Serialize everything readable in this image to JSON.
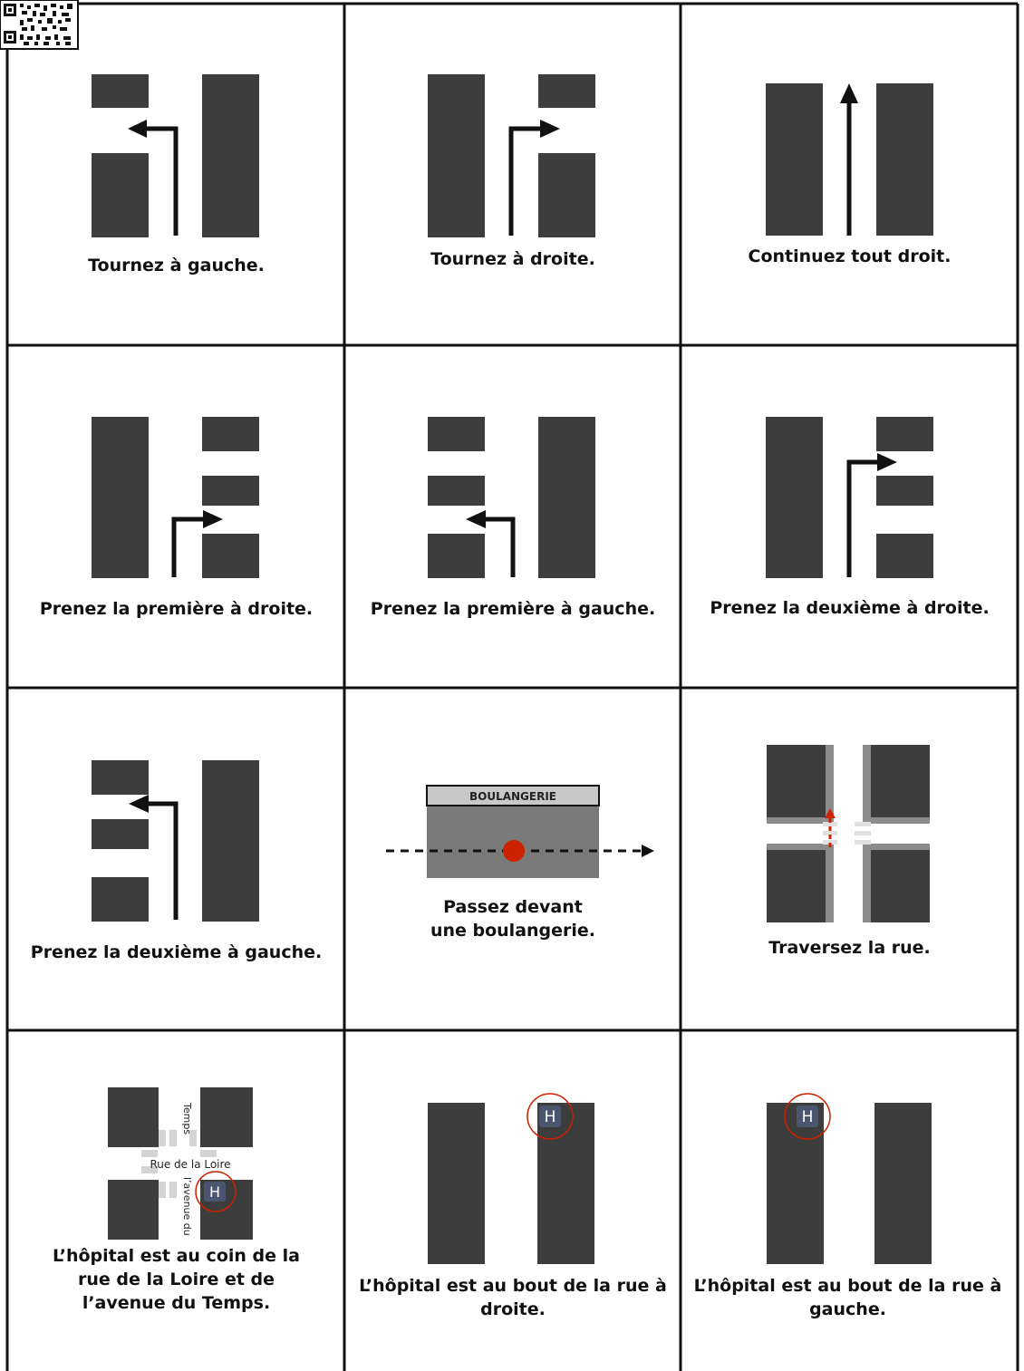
{
  "colors": {
    "block": "#3d3d3d",
    "arrow": "#111111",
    "grid_line": "#111111",
    "accent_red": "#cc2200",
    "hospital_badge": "#4a5670",
    "sign_fill": "#c8c8c8",
    "shop_fill": "#7a7a7a",
    "street_edge": "#8c8c8c",
    "crosswalk": "#e0e0e0"
  },
  "cards": [
    {
      "id": "turn-left",
      "caption": "Tournez à gauche."
    },
    {
      "id": "turn-right",
      "caption": "Tournez à droite."
    },
    {
      "id": "straight",
      "caption": "Continuez tout droit."
    },
    {
      "id": "first-right",
      "caption": "Prenez la première à droite."
    },
    {
      "id": "first-left",
      "caption": "Prenez la première à gauche."
    },
    {
      "id": "second-right",
      "caption": "Prenez la deuxième à droite."
    },
    {
      "id": "second-left",
      "caption": "Prenez la deuxième à gauche."
    },
    {
      "id": "pass-bakery",
      "caption": "Passez devant une boulangerie.",
      "sign": "BOULANGERIE"
    },
    {
      "id": "cross-street",
      "caption": "Traversez la rue."
    },
    {
      "id": "corner",
      "caption": "L’hôpital est au coin de la rue de la Loire et de l’avenue du Temps.",
      "street_h": "Rue de la Loire",
      "street_top": "Temps",
      "street_bottom": "l’avenue du",
      "badge": "H"
    },
    {
      "id": "end-right",
      "caption": "L’hôpital est au bout de la rue à droite.",
      "badge": "H"
    },
    {
      "id": "end-left",
      "caption": "L’hôpital est au bout de la rue à gauche.",
      "badge": "H"
    }
  ]
}
